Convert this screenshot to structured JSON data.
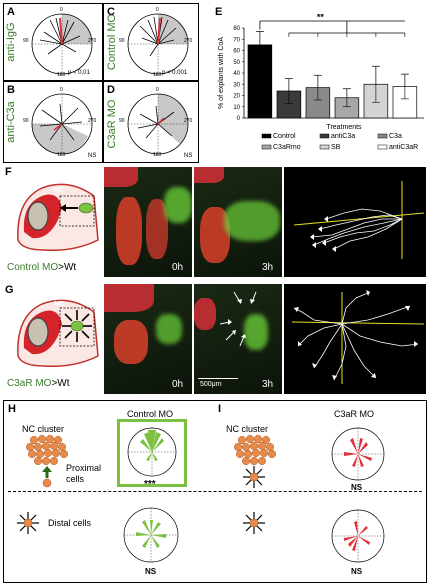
{
  "panels": {
    "A": {
      "label": "A",
      "side": "anti-IgG",
      "stat": "p < 0.01"
    },
    "B": {
      "label": "B",
      "side": "anti-C3a",
      "stat": "NS"
    },
    "C": {
      "label": "C",
      "side": "Control MO",
      "stat": "p < 0.001"
    },
    "D": {
      "label": "D",
      "side": "C3aR MO",
      "stat": "NS"
    },
    "E": {
      "label": "E"
    },
    "F": {
      "label": "F",
      "caption": "Control MO",
      "suffix": ">Wt",
      "time1": "0h",
      "time2": "3h"
    },
    "G": {
      "label": "G",
      "caption": "C3aR MO",
      "suffix": ">Wt",
      "time1": "0h",
      "time2": "3h",
      "scale": "500μm"
    },
    "H": {
      "label": "H",
      "title": "Control MO",
      "cluster": "NC cluster",
      "proximal": "Proximal cells",
      "distal": "Distal cells",
      "sig": "***",
      "ns": "NS"
    },
    "I": {
      "label": "I",
      "title": "C3aR MO",
      "cluster": "NC cluster",
      "ns1": "NS",
      "ns2": "NS"
    }
  },
  "degrees": {
    "top": "0",
    "right": "270",
    "bottom": "180",
    "left": "90"
  },
  "nc_label": "NC",
  "colors": {
    "green": "#7dc142",
    "red": "#e0303a",
    "gray": "#c8c8c8",
    "orange": "#e88a4a",
    "frame_green": "#7dc142"
  },
  "chart_data": {
    "type": "bar",
    "categories": [
      "Control",
      "antiC3a",
      "C3a",
      "C3aRmo",
      "SB",
      "antiC3aR"
    ],
    "values": [
      65,
      24,
      27,
      18,
      30,
      28
    ],
    "errors": [
      12,
      11,
      11,
      8,
      16,
      11
    ],
    "colors": [
      "#000000",
      "#3a3a3a",
      "#8a8a8a",
      "#a8a8a8",
      "#d4d4d4",
      "#ffffff"
    ],
    "ylabel": "% of explants with CoA",
    "xlabel": "Treatments",
    "yticks": [
      0,
      10,
      20,
      30,
      40,
      50,
      60,
      70,
      80
    ],
    "ylim": [
      0,
      80
    ],
    "significance": "**"
  }
}
